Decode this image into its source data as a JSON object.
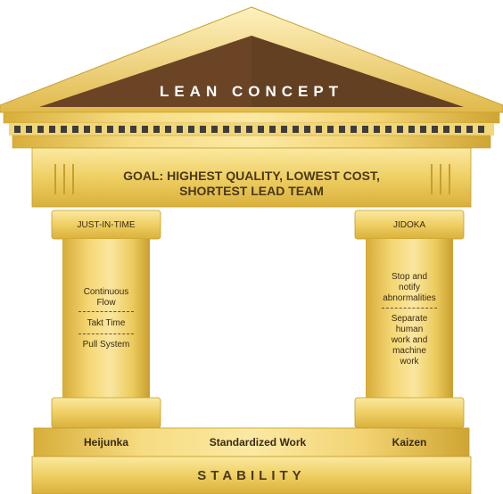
{
  "title": "LEAN CONCEPT",
  "goal": {
    "line1": "GOAL: HIGHEST QUALITY, LOWEST COST,",
    "line2": "SHORTEST LEAD TEAM"
  },
  "left_pillar": {
    "capital": "JUST-IN-TIME",
    "items": [
      {
        "lines": [
          "Continuous",
          "Flow"
        ]
      },
      {
        "lines": [
          "Takt Time"
        ]
      },
      {
        "lines": [
          "Pull System"
        ]
      }
    ]
  },
  "right_pillar": {
    "capital": "JIDOKA",
    "items": [
      {
        "lines": [
          "Stop and",
          "notify",
          "abnormalities"
        ]
      },
      {
        "lines": [
          "Separate",
          "human",
          "work and",
          "machine",
          "work"
        ]
      }
    ]
  },
  "foundation": {
    "left": "Heijunka",
    "center": "Standardized Work",
    "right": "Kaizen",
    "base": "STABILITY"
  },
  "colors": {
    "gold_light": "#f7df86",
    "gold_mid": "#e9c550",
    "gold_dark": "#c9a22e",
    "roof_brown": "#6b4426",
    "dentil_dark": "#3d3d3d"
  }
}
